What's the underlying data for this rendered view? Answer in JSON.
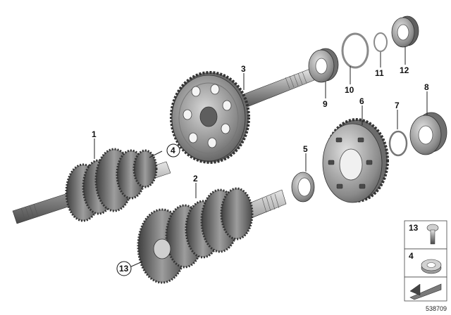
{
  "callouts": {
    "c1": "1",
    "c2": "2",
    "c3": "3",
    "c4": "4",
    "c5": "5",
    "c6": "6",
    "c7": "7",
    "c8": "8",
    "c9": "9",
    "c10": "10",
    "c11": "11",
    "c12": "12",
    "c13": "13"
  },
  "legend": {
    "item13": "13",
    "item4": "4"
  },
  "doc_number": "538709",
  "colors": {
    "metal_dark": "#5a5a5a",
    "metal_mid": "#8c8c8c",
    "metal_light": "#c9c9c9",
    "outline": "#222222"
  }
}
